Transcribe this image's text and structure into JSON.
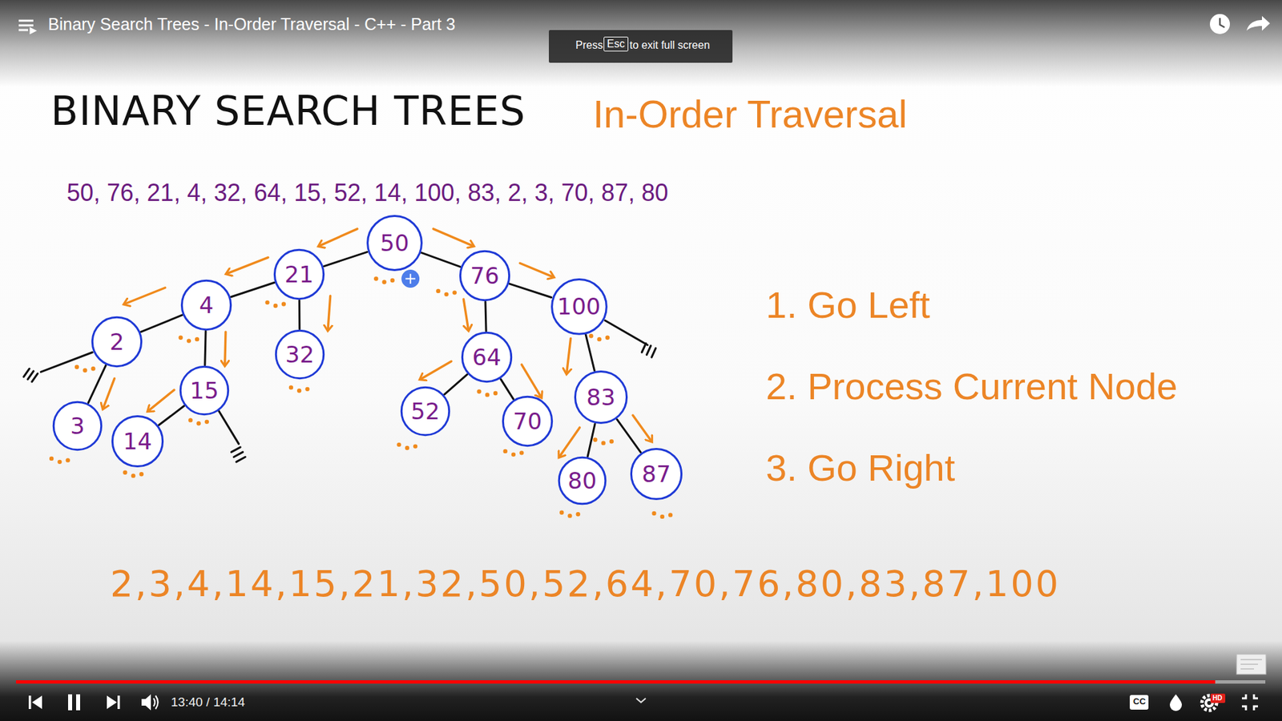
{
  "diagram": {
    "title": "BINARY SEARCH TREES",
    "nodes": [
      {
        "text": [
          "50"
        ]
      },
      {
        "text": [
          "21"
        ]
      },
      {
        "text": [
          "76"
        ]
      },
      {
        "text": [
          "4"
        ]
      },
      {
        "text": [
          "32"
        ]
      },
      {
        "text": [
          "64"
        ]
      },
      {
        "text": [
          "100"
        ]
      },
      {
        "text": [
          "2"
        ]
      },
      {
        "text": [
          "15"
        ]
      },
      {
        "text": [
          "52"
        ]
      },
      {
        "text": [
          "70"
        ]
      },
      {
        "text": [
          "83"
        ]
      },
      {
        "text": [
          "3"
        ]
      },
      {
        "text": [
          "14"
        ]
      },
      {
        "text": [
          "80"
        ]
      },
      {
        "text": [
          "87"
        ]
      }
    ],
    "edges": [
      {
        "from": 0,
        "to": 1,
        "arrow": "none"
      },
      {
        "from": 0,
        "to": 2,
        "arrow": "none"
      },
      {
        "from": 1,
        "to": 3,
        "arrow": "none"
      },
      {
        "from": 1,
        "to": 4,
        "arrow": "none"
      },
      {
        "from": 2,
        "to": 5,
        "arrow": "none"
      },
      {
        "from": 2,
        "to": 6,
        "arrow": "none"
      },
      {
        "from": 3,
        "to": 7,
        "arrow": "none"
      },
      {
        "from": 3,
        "to": 8,
        "arrow": "none"
      },
      {
        "from": 5,
        "to": 9,
        "arrow": "none"
      },
      {
        "from": 5,
        "to": 10,
        "arrow": "none"
      },
      {
        "from": 6,
        "to": 11,
        "arrow": "none"
      },
      {
        "from": 7,
        "to": 12,
        "arrow": "none"
      },
      {
        "from": 8,
        "to": 13,
        "arrow": "none"
      },
      {
        "from": 11,
        "to": 14,
        "arrow": "none"
      },
      {
        "from": 11,
        "to": 15,
        "arrow": "none"
      }
    ],
    "labels": [
      "Binary Search Trees - In-Order Traversal - C++ - Part 3",
      "Press",
      "Esc",
      "to exit full screen",
      "In-Order Traversal",
      "50, 76, 21, 4, 32, 64, 15, 52, 14, 100, 83, 2, 3, 70, 87, 80",
      "1. Go Left",
      "2. Process Current Node",
      "3. Go Right",
      "2,3,4,14,15,21,32,50,52,64,70,76,80,83,87,100",
      "13:40 / 14:14",
      "CC",
      "HD"
    ]
  }
}
